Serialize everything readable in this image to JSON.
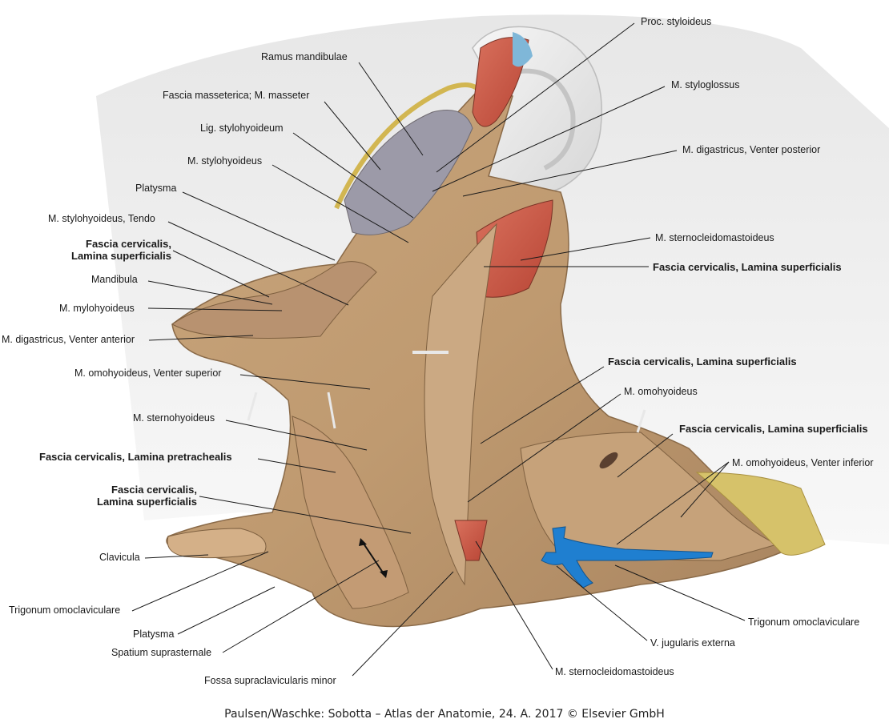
{
  "labels": {
    "ramus_mandibulae": "Ramus mandibulae",
    "fascia_masseterica": "Fascia masseterica; M. masseter",
    "lig_stylohyoideum": "Lig. stylohyoideum",
    "m_stylohyoideus": "M. stylohyoideus",
    "platysma_top": "Platysma",
    "m_stylohyoideus_tendo": "M. stylohyoideus, Tendo",
    "fascia_sup_left_1": "Fascia cervicalis,",
    "fascia_sup_left_2": "Lamina superficialis",
    "mandibula": "Mandibula",
    "m_mylohyoideus": "M. mylohyoideus",
    "m_digastricus_anterior": "M. digastricus, Venter anterior",
    "m_omohyoideus_superior": "M. omohyoideus, Venter superior",
    "m_sternohyoideus": "M. sternohyoideus",
    "fascia_pretrachealis": "Fascia cervicalis, Lamina pretrachealis",
    "fascia_sup_left2_1": "Fascia cervicalis,",
    "fascia_sup_left2_2": "Lamina superficialis",
    "clavicula": "Clavicula",
    "trigonum_left": "Trigonum omoclaviculare",
    "platysma_bottom": "Platysma",
    "spatium": "Spatium suprasternale",
    "fossa": "Fossa supraclavicularis minor",
    "proc_styloideus": "Proc. styloideus",
    "m_styloglossus": "M. styloglossus",
    "m_digastricus_posterior": "M. digastricus, Venter posterior",
    "m_scm_top": "M. sternocleidomastoideus",
    "fascia_sup_right_1": "Fascia cervicalis, Lamina superficialis",
    "fascia_sup_right_2": "Fascia cervicalis, Lamina superficialis",
    "m_omohyoideus": "M. omohyoideus",
    "fascia_sup_right_3": "Fascia cervicalis, Lamina superficialis",
    "m_omohyoideus_inferior": "M. omohyoideus, Venter inferior",
    "trigonum_right": "Trigonum omoclaviculare",
    "v_jugularis": "V. jugularis externa",
    "m_scm_bottom": "M. sternocleidomastoideus"
  },
  "credit": "Paulsen/Waschke: Sobotta – Atlas der Anatomie, 24. A. 2017 © Elsevier GmbH",
  "colors": {
    "skin_fascia": "#c9a47a",
    "muscle": "#c0503f",
    "vein": "#1f7fd0",
    "ear": "#ededed",
    "fat": "#d8c060",
    "leader_line": "#1a1a1a"
  }
}
